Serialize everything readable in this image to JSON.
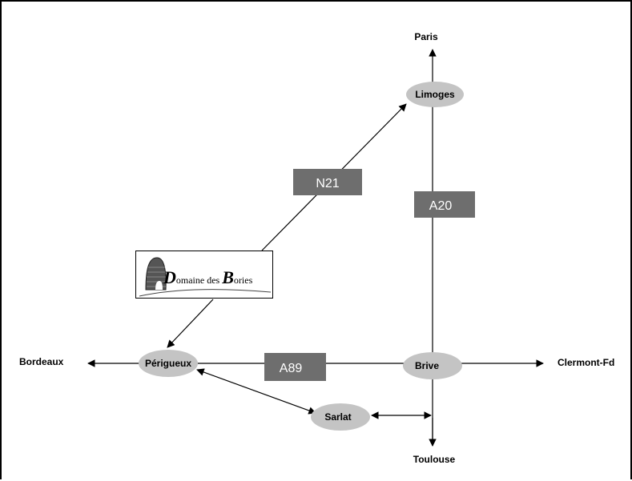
{
  "cities": {
    "paris": "Paris",
    "limoges": "Limoges",
    "bordeaux": "Bordeaux",
    "perigueux": "Périgueux",
    "brive": "Brive",
    "clermont": "Clermont-Fd",
    "sarlat": "Sarlat",
    "toulouse": "Toulouse"
  },
  "roads": {
    "n21": "N21",
    "a20": "A20",
    "a89": "A89"
  },
  "logo": {
    "letter1": "D",
    "text1": "omaine des ",
    "letter2": "B",
    "text2": "ories"
  },
  "colors": {
    "ellipse_fill": "#c4c4c4",
    "road_box_fill": "#6e6e6e",
    "line": "#000000"
  }
}
